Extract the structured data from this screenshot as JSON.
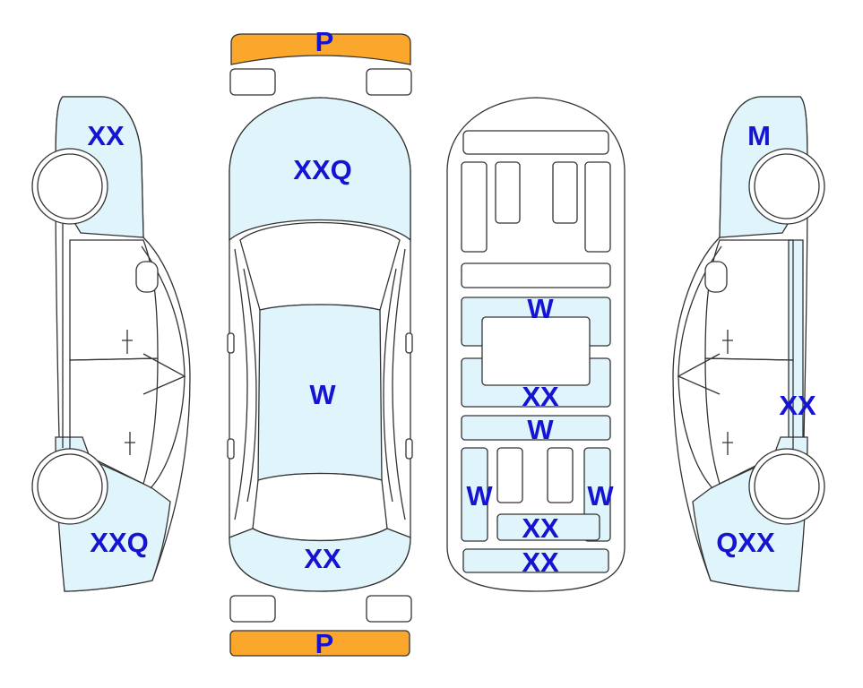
{
  "colors": {
    "damage_fill": "#e0f5fb",
    "bumper_fill": "#fba72b",
    "label_color": "#1414d2",
    "outline": "#333333"
  },
  "labels": {
    "front_bumper": "P",
    "rear_bumper": "P",
    "left_front": "XX",
    "left_rear": "XXQ",
    "hood": "XXQ",
    "roof": "W",
    "trunk": "XX",
    "interior_dash": "W",
    "interior_center": "XX",
    "interior_front_seat": "W",
    "interior_rear_left": "W",
    "interior_rear_right": "W",
    "interior_rear_center": "XX",
    "interior_cargo": "XX",
    "right_front": "M",
    "right_side": "XX",
    "right_rear": "QXX"
  }
}
